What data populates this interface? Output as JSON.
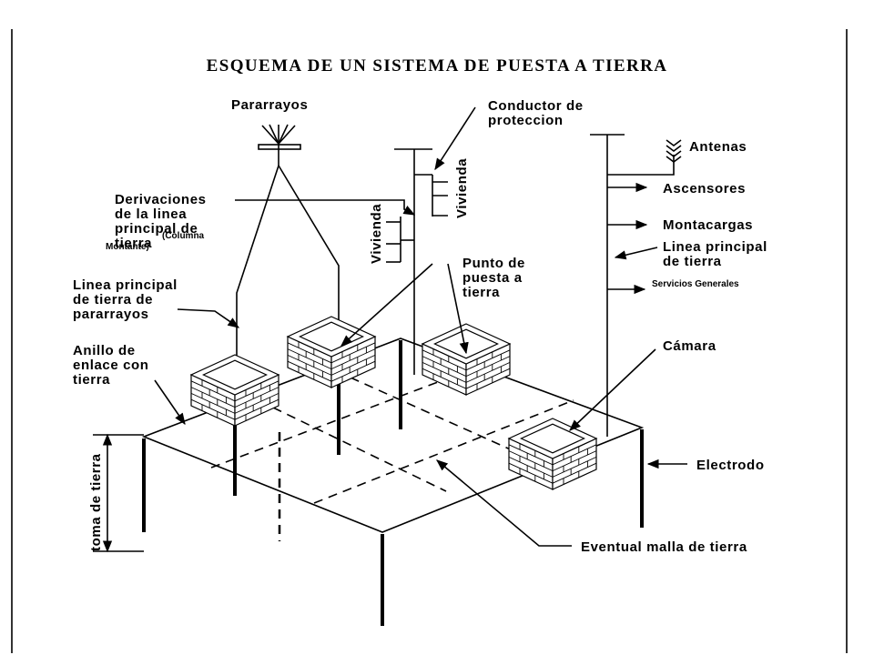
{
  "title": "ESQUEMA DE UN SISTEMA DE PUESTA A TIERRA",
  "labels": {
    "pararrayos": "Pararrayos",
    "conductor": [
      "Conductor de",
      "proteccion"
    ],
    "antenas": "Antenas",
    "ascensores": "Ascensores",
    "montacargas": "Montacargas",
    "linea_principal": [
      "Linea principal",
      "de tierra"
    ],
    "servicios": "Servicios Generales",
    "derivaciones": [
      "Derivaciones",
      "de la linea",
      "principal de",
      "tierra"
    ],
    "columna": "(Columna",
    "montante": "Montante)",
    "vivienda_left": "Vivienda",
    "vivienda_right": "Vivienda",
    "punto": [
      "Punto de",
      "puesta a",
      "tierra"
    ],
    "linea_pararrayos": [
      "Linea principal",
      "de tierra de",
      "pararrayos"
    ],
    "anillo": [
      "Anillo de",
      "enlace con",
      "tierra"
    ],
    "camara": "Cámara",
    "electrodo": "Electrodo",
    "toma": "toma de tierra",
    "malla": "Eventual malla de tierra"
  }
}
